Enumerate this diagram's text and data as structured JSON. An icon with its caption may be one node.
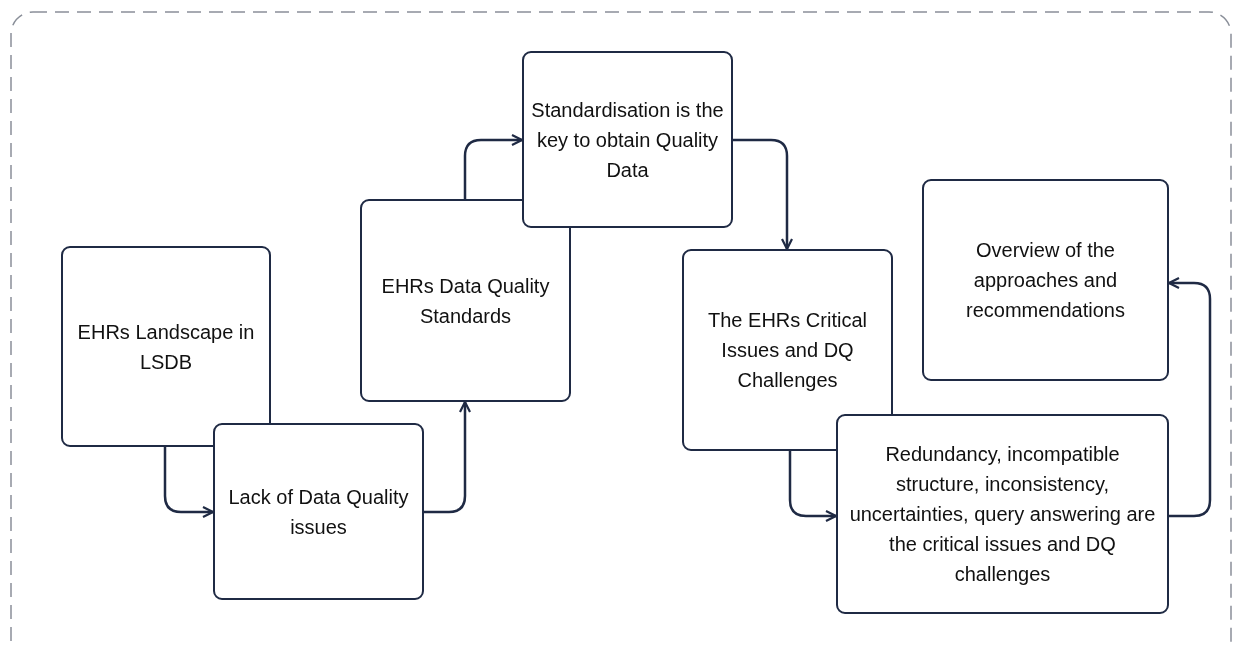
{
  "diagram": {
    "nodes": [
      {
        "text": [
          "EHRs Landscape in LSDB"
        ]
      },
      {
        "text": [
          "Lack of Data Quality issues"
        ]
      },
      {
        "text": [
          "EHRs Data Quality Standards"
        ]
      },
      {
        "text": [
          "Standardisation is the key to obtain Quality Data"
        ]
      },
      {
        "text": [
          "The EHRs Critical Issues and DQ Challenges"
        ]
      },
      {
        "text": [
          "Redundancy, incompatible structure, inconsistency, uncertainties, query answering are the critical issues and DQ challenges"
        ]
      },
      {
        "text": [
          "Overview of the approaches and recommendations"
        ]
      }
    ],
    "edges": [
      {
        "from": 0,
        "to": 1,
        "arrow": "to"
      },
      {
        "from": 1,
        "to": 2,
        "arrow": "to"
      },
      {
        "from": 2,
        "to": 3,
        "arrow": "to"
      },
      {
        "from": 3,
        "to": 4,
        "arrow": "to"
      },
      {
        "from": 4,
        "to": 5,
        "arrow": "to"
      },
      {
        "from": 5,
        "to": 6,
        "arrow": "to"
      }
    ]
  }
}
